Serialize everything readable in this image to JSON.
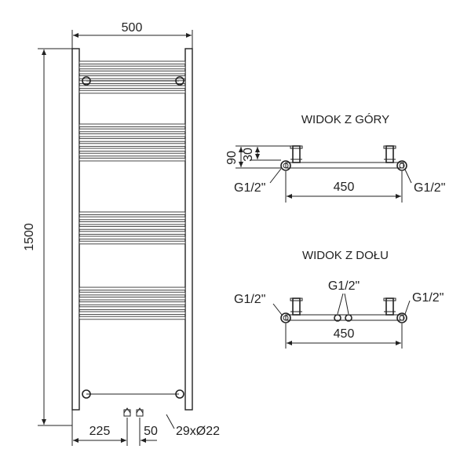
{
  "front_view": {
    "width_label": "500",
    "height_label": "1500",
    "left_offset_label": "225",
    "connection_spacing_label": "50",
    "tubes_label": "29xØ22"
  },
  "top_view": {
    "title": "WIDOK Z GÓRY",
    "depth_label": "90",
    "offset_label": "30",
    "left_thread_label": "G1/2\"",
    "right_thread_label": "G1/2\"",
    "spacing_label": "450"
  },
  "bottom_view": {
    "title": "WIDOK Z DOŁU",
    "left_thread_label": "G1/2\"",
    "middle_thread_label": "G1/2\"",
    "right_thread_label": "G1/2\"",
    "spacing_label": "450"
  }
}
